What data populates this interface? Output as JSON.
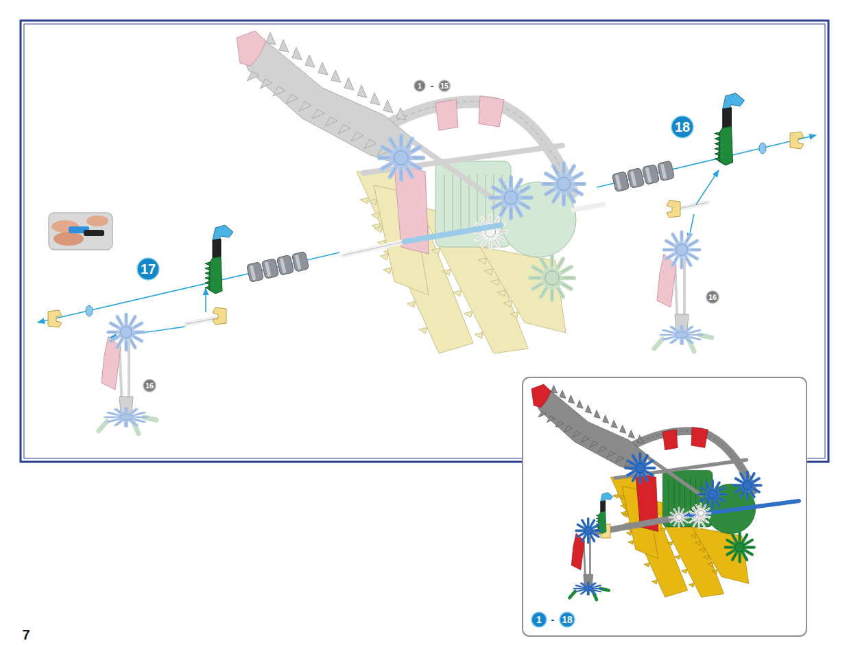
{
  "diagram": {
    "nodes": [
      {
        "text": [
          "1"
        ]
      },
      {
        "text": [
          "15"
        ]
      },
      {
        "text": [
          "18"
        ]
      },
      {
        "text": [
          "17"
        ]
      },
      {
        "text": [
          "16"
        ]
      },
      {
        "text": [
          "16"
        ]
      },
      {
        "text": [
          "1"
        ]
      },
      {
        "text": [
          "18"
        ]
      }
    ],
    "labels": [
      "-",
      "-",
      "7"
    ]
  }
}
